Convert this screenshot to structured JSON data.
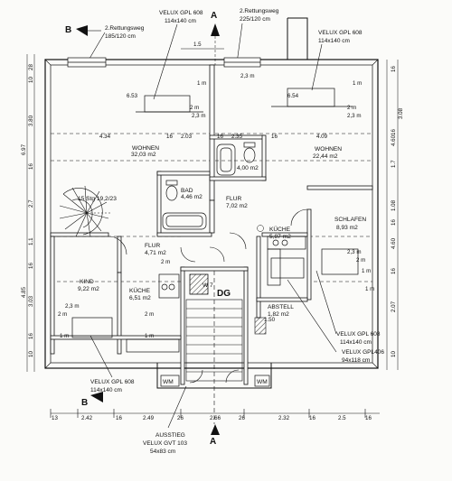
{
  "callouts": {
    "rescue_left": [
      "2.Rettungsweg",
      "185/120 cm"
    ],
    "rescue_right": [
      "2.Rettungsweg",
      "225/120 cm"
    ],
    "velux_top_left": [
      "VELUX GPL 608",
      "114x140 cm"
    ],
    "velux_top_right": [
      "VELUX GPL 608",
      "114x140 cm"
    ],
    "velux_right_mid": [
      "VELUX GPL 608",
      "114x140 cm"
    ],
    "velux_right_low": [
      "VELUX GPL406",
      "94x118 cm"
    ],
    "velux_bottom_left": [
      "VELUX GPL 608",
      "114x140 cm"
    ],
    "ausstieg": [
      "AUSSTIEG",
      "VELUX GVT 103",
      "54x83 cm"
    ]
  },
  "section_markers": {
    "b_top": "B",
    "a_top": "A",
    "b_bottom": "B",
    "a_bottom": "A"
  },
  "rooms": {
    "wohnen_left": {
      "name": "WOHNEN",
      "area": "32,03 m2"
    },
    "wohnen_right": {
      "name": "WOHNEN",
      "area": "22,44 m2"
    },
    "bad_left": {
      "name": "BAD",
      "area": "4,46 m2"
    },
    "bad_right": {
      "area": "4,00 m2"
    },
    "flur_mid": {
      "name": "FLUR",
      "area": "7,02 m2"
    },
    "flur_left": {
      "name": "FLUR",
      "area": "4,71 m2"
    },
    "stair": "15 Stg 19,2/23",
    "kueche_right": {
      "name": "KÜCHE",
      "area": "5,87 m2"
    },
    "schlafen": {
      "name": "SCHLAFEN",
      "area": "8,93 m2"
    },
    "kind": {
      "name": "KIND",
      "area": "9,22 m2"
    },
    "kueche_left": {
      "name": "KÜCHE",
      "area": "6,51 m2"
    },
    "abstell": {
      "name": "ABSTELL",
      "area": "1,82 m2"
    },
    "dg": "DG",
    "w7": "W 7",
    "wm_left": "WM",
    "wm_right": "WM"
  },
  "dims_top": [
    "1.5",
    "2,3 m",
    "6.53",
    "6.54",
    "2 m",
    "2,3 m",
    "2 m",
    "2,3 m",
    "1 m",
    "1 m",
    "4.34",
    "16",
    "2.03",
    "16",
    "2.35",
    "16",
    "4.09",
    "2,3 m",
    "2 m",
    "1 m",
    "2,3 m",
    "2 m",
    "1 m",
    "1.50",
    "2 m",
    "2 m",
    "1 m",
    "1 m"
  ],
  "dims_left": [
    "28",
    "10",
    "3.80",
    "6.97",
    "16",
    "2.7",
    "1.1",
    "16",
    "4.85",
    "3.03",
    "16",
    "10"
  ],
  "dims_right": [
    "16",
    "3.08",
    "16",
    "4.60",
    "1.7",
    "1.08",
    "16",
    "4.60",
    "16",
    "2.07",
    "10"
  ],
  "dims_bottom": [
    "13",
    "2.42",
    "16",
    "2.49",
    "26",
    "2.66",
    "26",
    "2.32",
    "16",
    "2.5",
    "16"
  ]
}
